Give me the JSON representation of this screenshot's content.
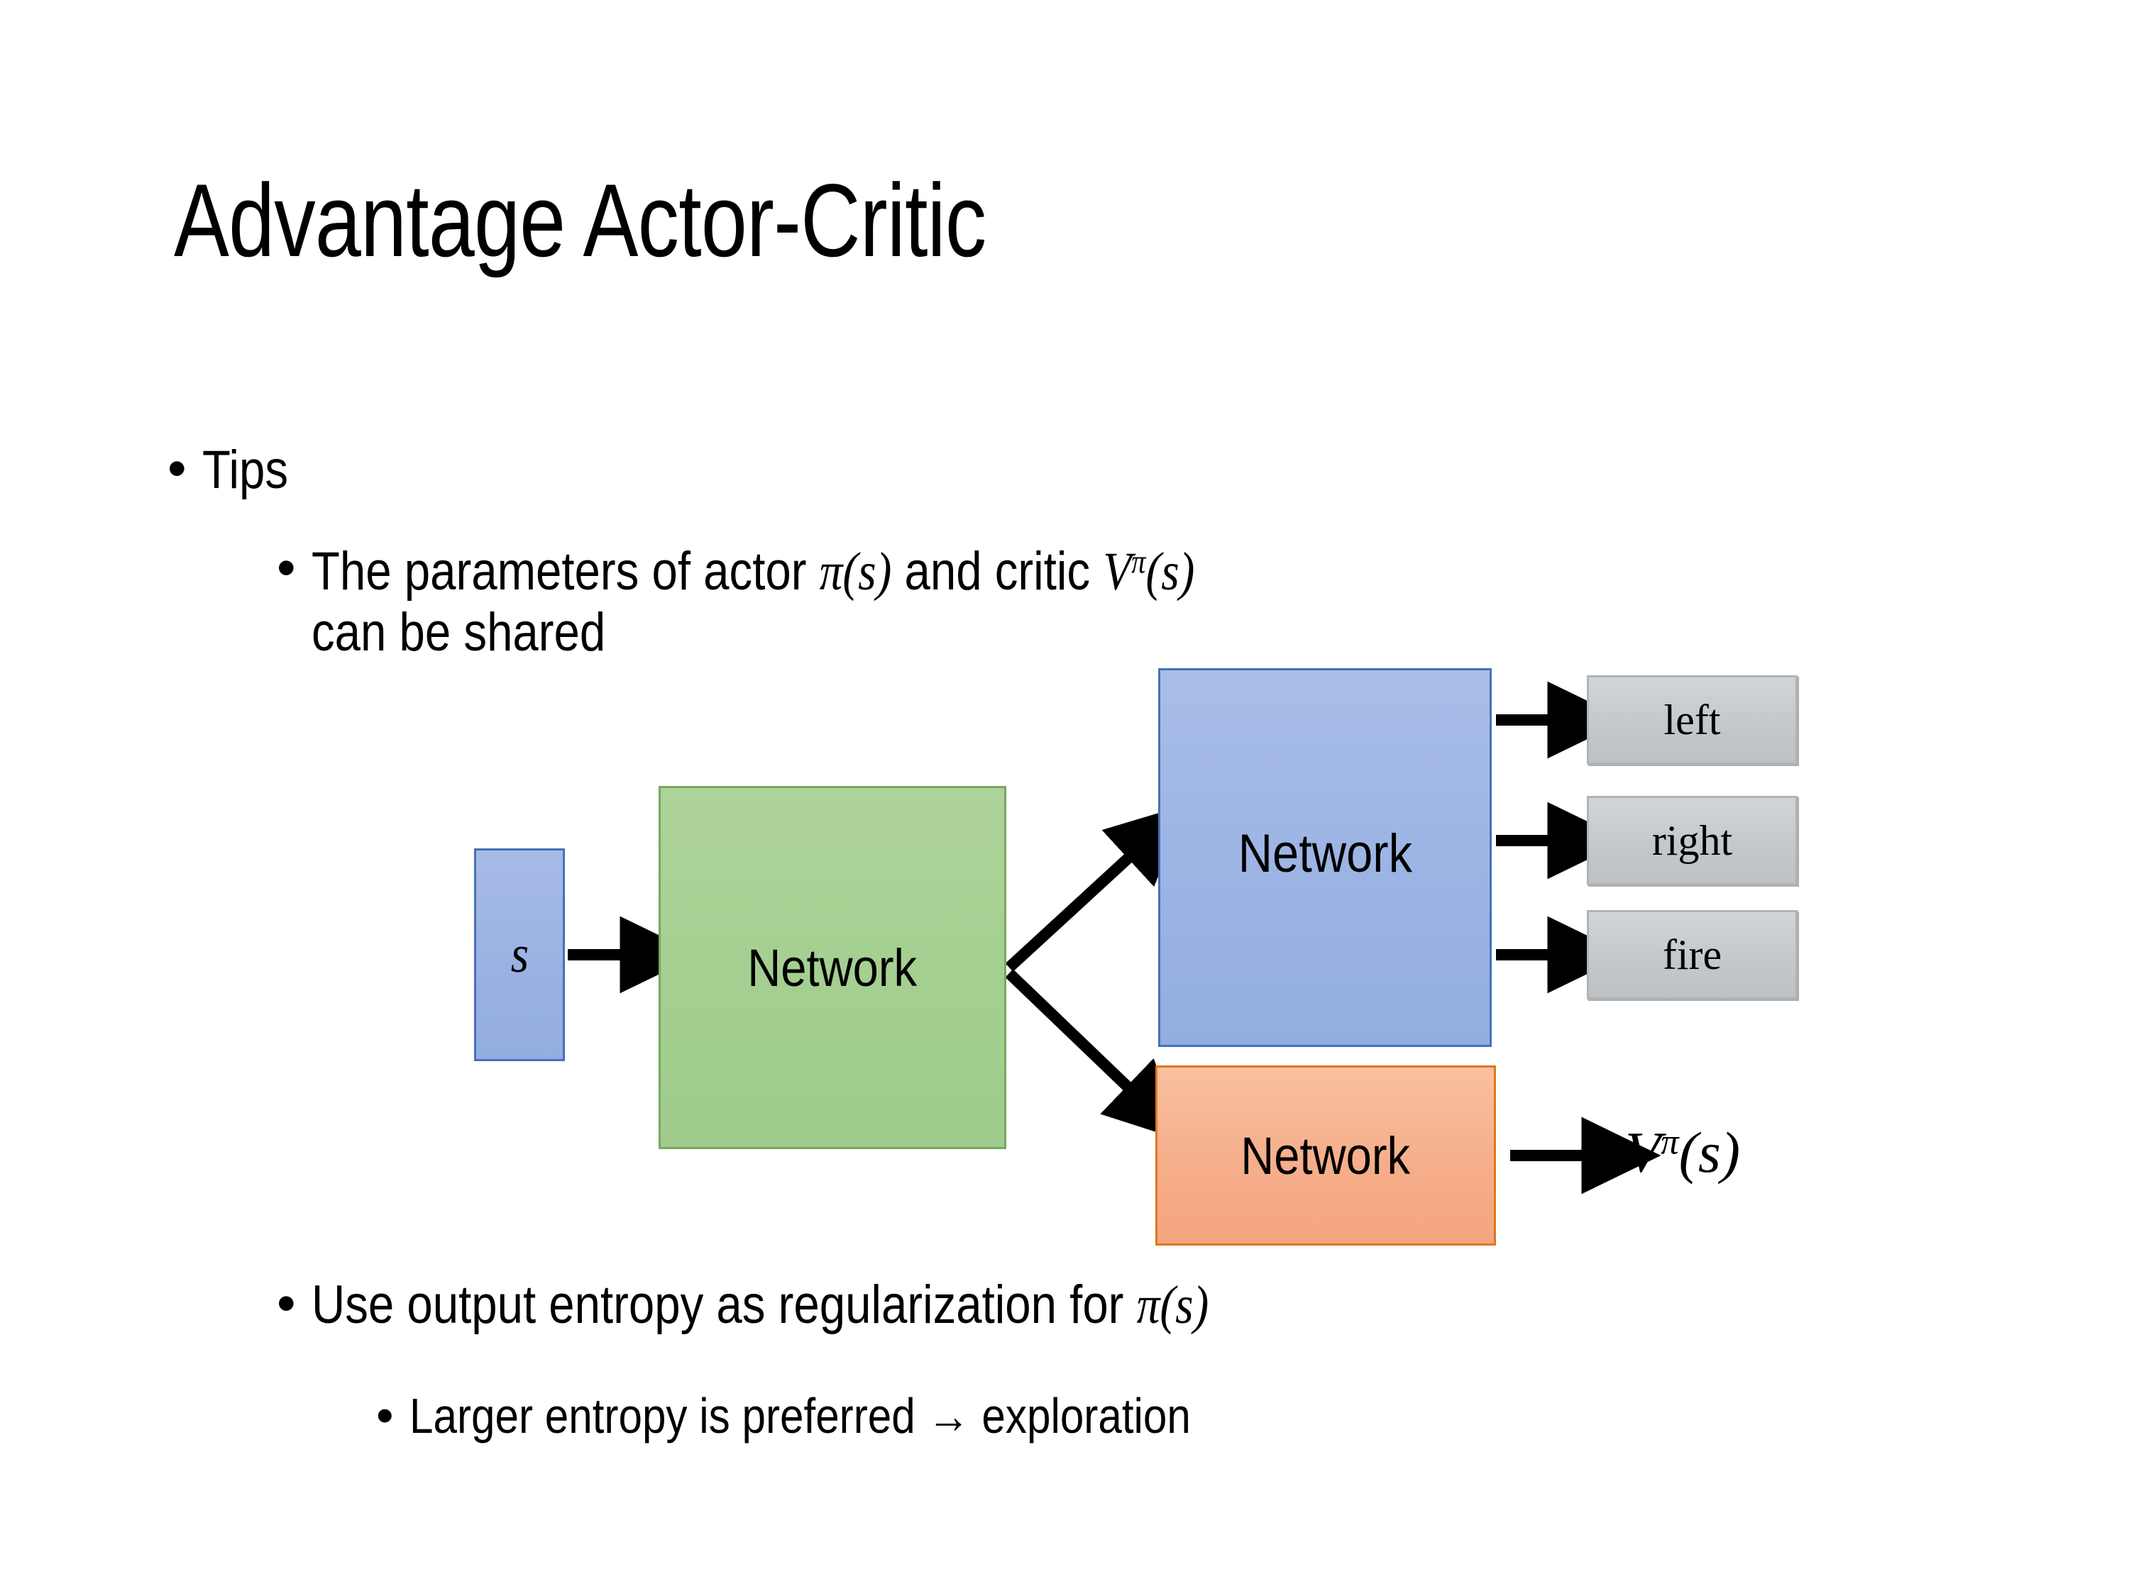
{
  "slide": {
    "title": "Advantage Actor-Critic",
    "bullets": {
      "tips": "Tips",
      "params_prefix": "The parameters of actor ",
      "params_pi": "π",
      "params_mid": "  and critic ",
      "params_v": "V",
      "params_v_sup": "π",
      "params_tail": "can be shared",
      "entropy": "Use output entropy as regularization for ",
      "entropy_pi": "π",
      "larger": "Larger entropy is preferred → exploration",
      "bullet_glyph": "•"
    }
  },
  "diagram": {
    "state_label": "s",
    "shared_network_label": "Network",
    "actor_network_label": "Network",
    "critic_network_label": "Network",
    "actions": [
      {
        "label": "left"
      },
      {
        "label": "right"
      },
      {
        "label": "fire"
      }
    ],
    "critic_output": {
      "base": "V",
      "sup": "π",
      "arg": "s"
    },
    "paren_open": "(",
    "paren_close": ")",
    "colors": {
      "state_fill": "#9ab2e3",
      "state_border": "#4472b8",
      "shared_fill": "#a4cf90",
      "shared_border": "#77a85f",
      "actor_fill": "#9cb4e4",
      "actor_border": "#4472b8",
      "critic_fill": "#f6ae8a",
      "critic_border": "#e0761f",
      "action_fill": "#c4c8cb",
      "action_border": "#b0b4b7",
      "arrow": "#000000",
      "background": "#ffffff",
      "text": "#000000"
    }
  }
}
